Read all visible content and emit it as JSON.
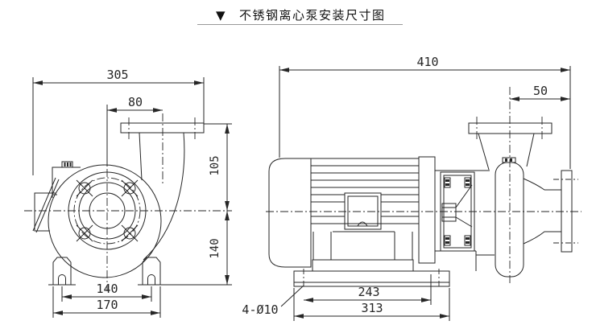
{
  "title": {
    "marker": "▼",
    "text": "不锈钢离心泵安装尺寸图"
  },
  "left_view": {
    "name": "pump-front-view",
    "dims": {
      "overall_width": "305",
      "outlet_offset": "80",
      "outlet_height": "105",
      "center_to_base": "140",
      "foot_hole_spacing": "140",
      "foot_width": "170"
    }
  },
  "right_view": {
    "name": "pump-side-view",
    "dims": {
      "overall_length": "410",
      "outlet_to_inlet": "50",
      "base_hole_spacing": "243",
      "base_length": "313",
      "mounting_holes": "4-Ø10"
    }
  },
  "colors": {
    "line": "#262626",
    "title_rule": "#999999",
    "background": "#ffffff"
  }
}
